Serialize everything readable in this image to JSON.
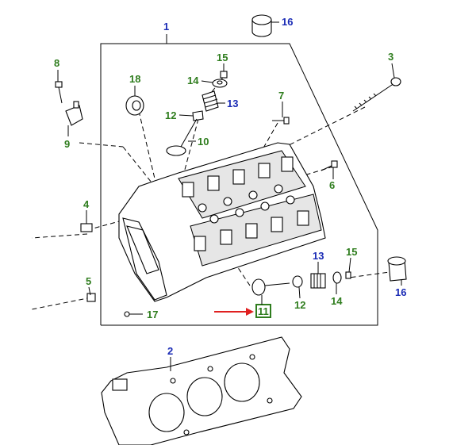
{
  "callouts": {
    "c1": "1",
    "c2": "2",
    "c3": "3",
    "c4": "4",
    "c5": "5",
    "c6": "6",
    "c7": "7",
    "c8": "8",
    "c9": "9",
    "c10": "10",
    "c11": "11",
    "c12a": "12",
    "c12b": "12",
    "c13a": "13",
    "c13b": "13",
    "c14a": "14",
    "c14b": "14",
    "c15a": "15",
    "c15b": "15",
    "c16a": "16",
    "c16b": "16",
    "c17": "17",
    "c18": "18"
  },
  "colors": {
    "primary_callout": "#1a2bb5",
    "component_callout": "#2f7d1e",
    "highlight_arrow": "#e02020",
    "highlight_box": "#2f7d1e"
  },
  "highlighted_part": "11"
}
